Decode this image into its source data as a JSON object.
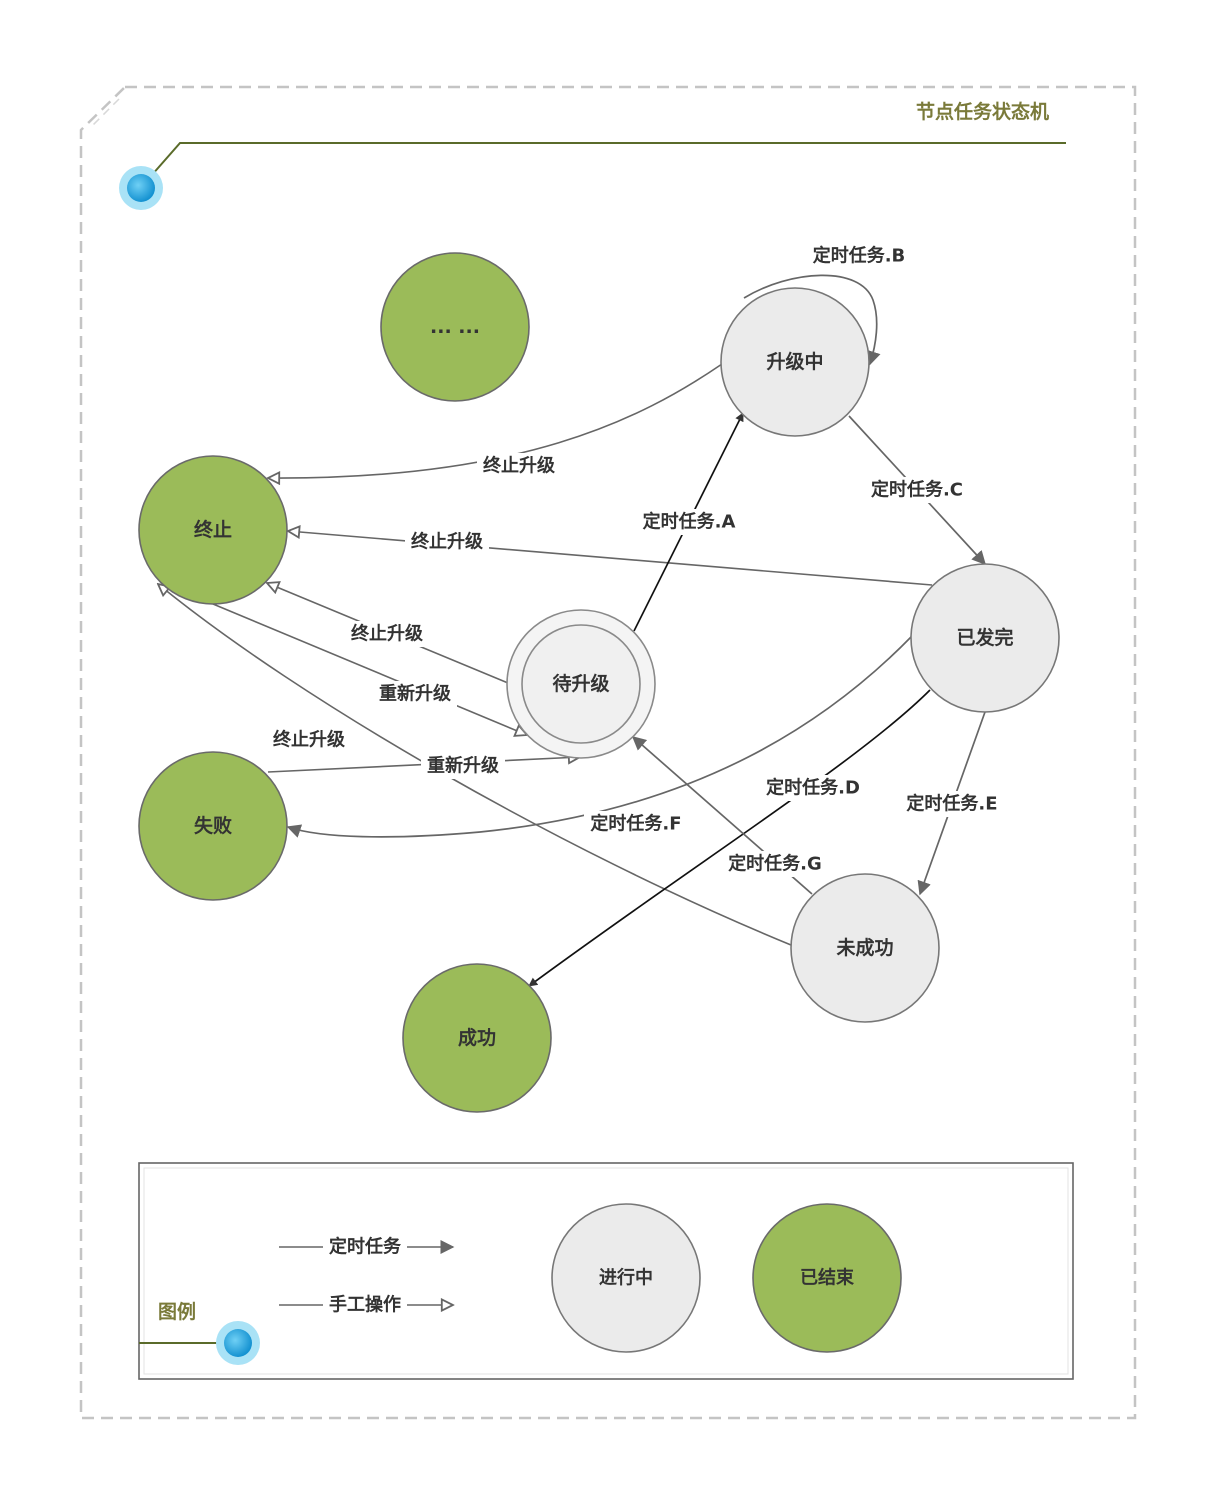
{
  "diagram": {
    "title": "节点任务状态机",
    "colors": {
      "active_fill": "#ebebeb",
      "active_stroke": "#777777",
      "done_fill": "#9bbb59",
      "done_stroke": "#6a6a6a",
      "edge_timer": "#333333",
      "edge_manual": "#666666",
      "accent_line": "#5a6b2a",
      "marker_blue": "#29a8e0",
      "marker_glow": "#a9e2f6"
    },
    "nodes": [
      {
        "id": "ellipsis",
        "label": "... ...",
        "kind": "done"
      },
      {
        "id": "upgrading",
        "label": "升级中",
        "kind": "active"
      },
      {
        "id": "terminated",
        "label": "终止",
        "kind": "done"
      },
      {
        "id": "dispatched",
        "label": "已发完",
        "kind": "active"
      },
      {
        "id": "pending",
        "label": "待升级",
        "kind": "pending"
      },
      {
        "id": "failed",
        "label": "失败",
        "kind": "done"
      },
      {
        "id": "unsuccessful",
        "label": "未成功",
        "kind": "active"
      },
      {
        "id": "success",
        "label": "成功",
        "kind": "done"
      }
    ],
    "edges": [
      {
        "id": "e-a",
        "from": "pending",
        "to": "upgrading",
        "label": "定时任务.A",
        "type": "timer"
      },
      {
        "id": "e-b",
        "from": "upgrading",
        "to": "upgrading",
        "label": "定时任务.B",
        "type": "timer"
      },
      {
        "id": "e-c",
        "from": "upgrading",
        "to": "dispatched",
        "label": "定时任务.C",
        "type": "timer"
      },
      {
        "id": "e-d",
        "from": "dispatched",
        "to": "success",
        "label": "定时任务.D",
        "type": "timer"
      },
      {
        "id": "e-e",
        "from": "dispatched",
        "to": "unsuccessful",
        "label": "定时任务.E",
        "type": "timer"
      },
      {
        "id": "e-f",
        "from": "dispatched",
        "to": "failed",
        "label": "定时任务.F",
        "type": "timer"
      },
      {
        "id": "e-g",
        "from": "unsuccessful",
        "to": "pending",
        "label": "定时任务.G",
        "type": "timer"
      },
      {
        "id": "m-1",
        "from": "upgrading",
        "to": "terminated",
        "label": "终止升级",
        "type": "manual"
      },
      {
        "id": "m-2",
        "from": "dispatched",
        "to": "terminated",
        "label": "终止升级",
        "type": "manual"
      },
      {
        "id": "m-3",
        "from": "pending",
        "to": "terminated",
        "label": "终止升级",
        "type": "manual"
      },
      {
        "id": "m-4",
        "from": "terminated",
        "to": "pending",
        "label": "重新升级",
        "type": "manual"
      },
      {
        "id": "m-5",
        "from": "unsuccessful",
        "to": "terminated",
        "label": "终止升级",
        "type": "manual"
      },
      {
        "id": "m-6",
        "from": "failed",
        "to": "pending",
        "label": "重新升级",
        "type": "manual"
      }
    ]
  },
  "legend": {
    "title": "图例",
    "timer_label": "定时任务",
    "manual_label": "手工操作",
    "active_label": "进行中",
    "done_label": "已结束"
  }
}
